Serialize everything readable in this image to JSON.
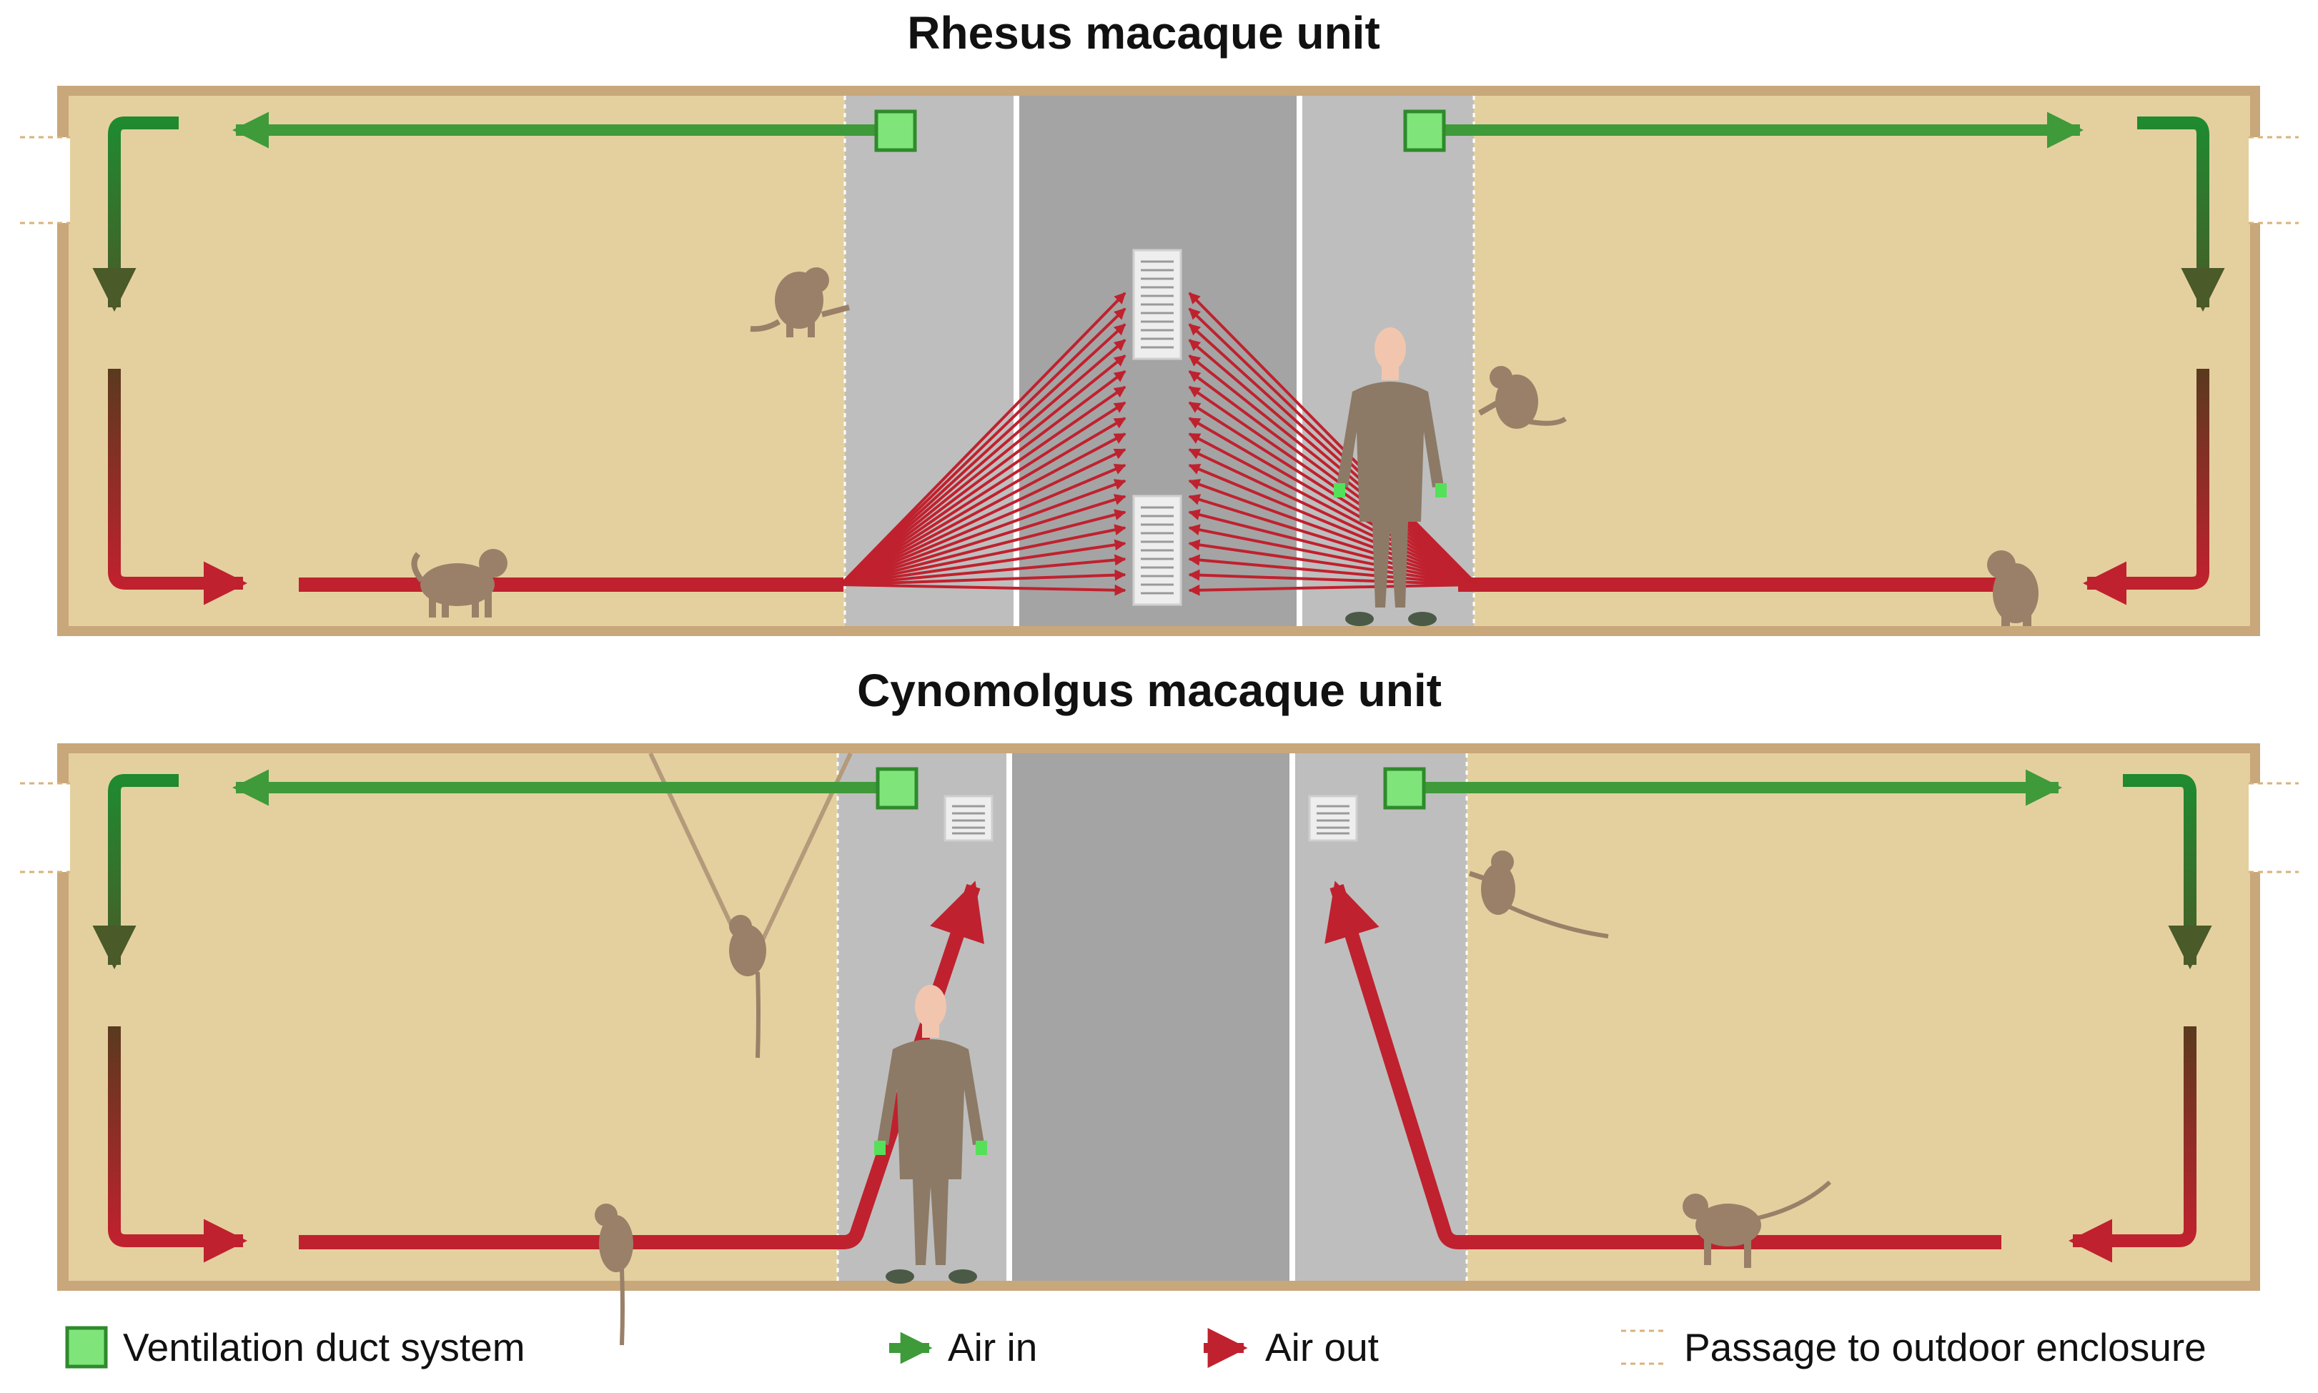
{
  "units": [
    {
      "id": "rhesus",
      "title": "Rhesus macaque unit"
    },
    {
      "id": "cynomolgus",
      "title": "Cynomolgus macaque unit"
    }
  ],
  "legend": {
    "duct_label": "Ventilation duct system",
    "air_in_label": "Air in",
    "air_out_label": "Air out",
    "passage_label": "Passage to outdoor enclosure"
  },
  "colors": {
    "enclosure": "#e4d09f",
    "wall": "#c8a77a",
    "service_aisle": "#bebebe",
    "central_corridor": "#a4a4a4",
    "air_in": "#3f9a3a",
    "air_out": "#c0212e",
    "duct": "#7fe57a",
    "duct_border": "#2f8a2c",
    "animal": "#9a8068",
    "staff": "#8c7a66",
    "passage": "#d9b27a"
  }
}
